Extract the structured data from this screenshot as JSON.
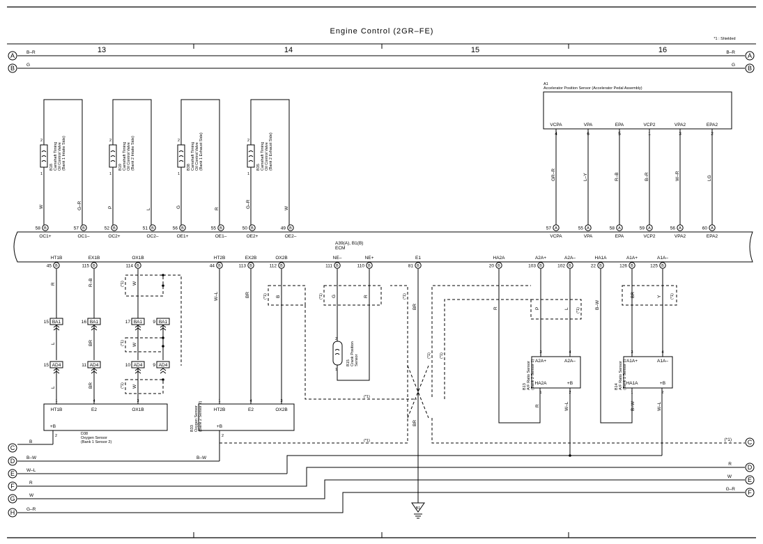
{
  "title": "Engine Control (2GR–FE)",
  "legend": "*1 : Shielded",
  "columns": [
    "13",
    "14",
    "15",
    "16"
  ],
  "bus_left": [
    {
      "id": "A",
      "color": "B–R"
    },
    {
      "id": "B",
      "color": "G"
    },
    {
      "id": "C",
      "color": "B"
    },
    {
      "id": "D",
      "color": "B–W"
    },
    {
      "id": "E",
      "color": "W–L"
    },
    {
      "id": "F",
      "color": "R"
    },
    {
      "id": "G",
      "color": "W"
    },
    {
      "id": "H",
      "color": "G–R"
    }
  ],
  "bus_right": [
    {
      "id": "A",
      "color": "B–R"
    },
    {
      "id": "B",
      "color": "G"
    },
    {
      "id": "C",
      "color": "(*1)"
    },
    {
      "id": "D",
      "color": "R"
    },
    {
      "id": "E",
      "color": "W"
    },
    {
      "id": "F",
      "color": "G–R"
    }
  ],
  "ocv": [
    {
      "name": "B18\nCamshaft Timing\nOil Control Valve\n(Bank 1 Intake Side)",
      "w1": "W",
      "w2": "G–R",
      "p1": "58",
      "p2": "57",
      "s1": "OC1+",
      "s2": "OC1–"
    },
    {
      "name": "B19\nCamshaft Timing\nOil Control Valve\n(Bank 2 Intake Side)",
      "w1": "P",
      "w2": "L",
      "p1": "52",
      "p2": "51",
      "s1": "OC2+",
      "s2": "OC2–"
    },
    {
      "name": "B38\nCamshaft Timing\nOil Control Valve\n(Bank 1 Exhaust Side)",
      "w1": "G",
      "w2": "R",
      "p1": "56",
      "p2": "55",
      "s1": "OE1+",
      "s2": "OE1–"
    },
    {
      "name": "B35\nCamshaft Timing\nOil Control Valve\n(Bank 2 Exhaust Side)",
      "w1": "G–R",
      "w2": "W",
      "p1": "50",
      "p2": "49",
      "s1": "OE2+",
      "s2": "OE2–"
    }
  ],
  "aps": {
    "title": "A1\nAccelerator Position Sensor (Accelerator Pedal Assembly)",
    "pins": [
      {
        "sig": "VCPA",
        "pin": "4",
        "wire": "GR–R",
        "ecm": "57",
        "ecmsig": "VCPA"
      },
      {
        "sig": "VPA",
        "pin": "6",
        "wire": "L–Y",
        "ecm": "55",
        "ecmsig": "VPA"
      },
      {
        "sig": "EPA",
        "pin": "5",
        "wire": "R–B",
        "ecm": "58",
        "ecmsig": "EPA"
      },
      {
        "sig": "VCP2",
        "pin": "1",
        "wire": "B–R",
        "ecm": "59",
        "ecmsig": "VCP2"
      },
      {
        "sig": "VPA2",
        "pin": "3",
        "wire": "W–R",
        "ecm": "56",
        "ecmsig": "VPA2"
      },
      {
        "sig": "EPA2",
        "pin": "2",
        "wire": "LG",
        "ecm": "60",
        "ecmsig": "EPA2"
      }
    ]
  },
  "ecm": {
    "label": "A39(A), B1(B)\nECM"
  },
  "ecm_bottom": [
    {
      "sig": "HT1B",
      "pin": "45"
    },
    {
      "sig": "EX1B",
      "pin": "115"
    },
    {
      "sig": "OX1B",
      "pin": "114"
    },
    {
      "sig": "HT2B",
      "pin": "44"
    },
    {
      "sig": "EX2B",
      "pin": "113"
    },
    {
      "sig": "OX2B",
      "pin": "112"
    },
    {
      "sig": "NE–",
      "pin": "111"
    },
    {
      "sig": "NE+",
      "pin": "110"
    },
    {
      "sig": "E1",
      "pin": "81"
    },
    {
      "sig": "HA2A",
      "pin": "20"
    },
    {
      "sig": "A2A+",
      "pin": "103"
    },
    {
      "sig": "A2A–",
      "pin": "102"
    },
    {
      "sig": "HA1A",
      "pin": "22"
    },
    {
      "sig": "A1A+",
      "pin": "126"
    },
    {
      "sig": "A1A–",
      "pin": "125"
    }
  ],
  "d38": {
    "title": "D38\nOxygen Sensor\n(Bank 1 Sensor 2)",
    "pins": [
      "HT1B",
      "E2",
      "OX1B",
      "+B"
    ],
    "nums": [
      "1",
      "4",
      "3",
      "2"
    ]
  },
  "b33": {
    "title": "B33\nOxygen Sensor\n(Bank 2 Sensor 2)",
    "pins": [
      "HT2B",
      "E2",
      "OX2B",
      "+B"
    ],
    "nums": [
      "1",
      "4",
      "3",
      "2"
    ]
  },
  "b15": {
    "title": "B15\nCrank Position\nSensor"
  },
  "b13": {
    "title": "B13\nA/F Ratio Sensor\n(Bank 2 Sensor 1)",
    "pins": [
      "A2A+",
      "A2A–",
      "HA2A",
      "+B"
    ]
  },
  "b14": {
    "title": "B14\nA/F Ratio Sensor\n(Bank 1 Sensor 1)",
    "pins": [
      "A1A+",
      "A1A–",
      "HA1A",
      "+B"
    ]
  },
  "connectors": {
    "ba1": "BA1",
    "ad4": "AD4"
  },
  "ground": "B1",
  "wires": {
    "R": "R",
    "R_B": "R–B",
    "W": "W",
    "L": "L",
    "BR": "BR",
    "B": "B",
    "G": "G",
    "W_L": "W–L",
    "B_W": "B–W",
    "P": "P",
    "Y": "Y",
    "star": "(*1)"
  }
}
